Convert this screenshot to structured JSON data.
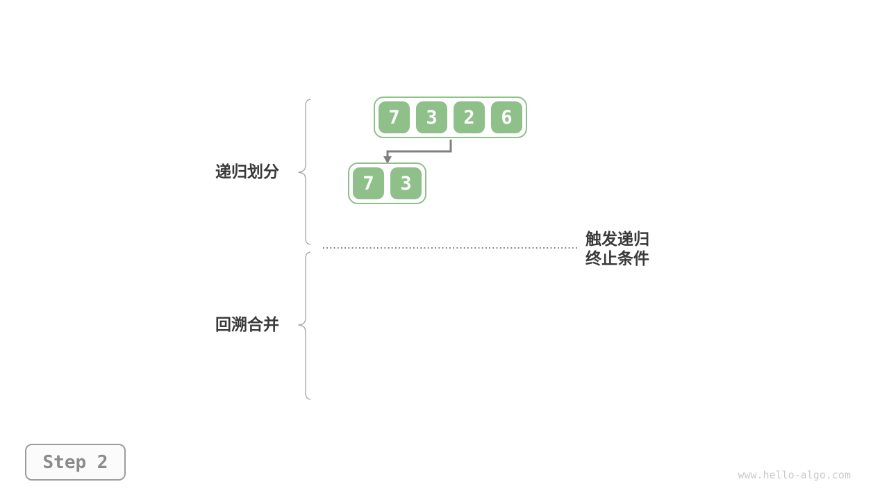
{
  "labels": {
    "partition": "递归划分",
    "merge": "回溯合并",
    "termination_line1": "触发递归",
    "termination_line2": "终止条件"
  },
  "arrays": {
    "level1": {
      "values": [
        "7",
        "3",
        "2",
        "6"
      ]
    },
    "level2": {
      "values": [
        "7",
        "3"
      ]
    }
  },
  "step_badge": {
    "label": "Step 2"
  },
  "watermark": "www.hello-algo.com",
  "icons": {
    "split_arrow": "elbow-arrow-down",
    "brace_top": "curly-brace-left",
    "brace_bottom": "curly-brace-left"
  },
  "colors": {
    "cell_fill": "#8FC08A",
    "cell_text": "#FFFFFF",
    "container_border": "#8FC08A",
    "arrow": "#7F7F7F",
    "brace": "#A9A9A9",
    "label_text": "#3A3A3A",
    "dotted_line": "#6E6E6E",
    "badge_border": "#9C9C9C",
    "badge_text": "#8B8B8B",
    "badge_bg": "#FBFBFB",
    "watermark": "#CACACA",
    "background": "#FFFFFF"
  }
}
